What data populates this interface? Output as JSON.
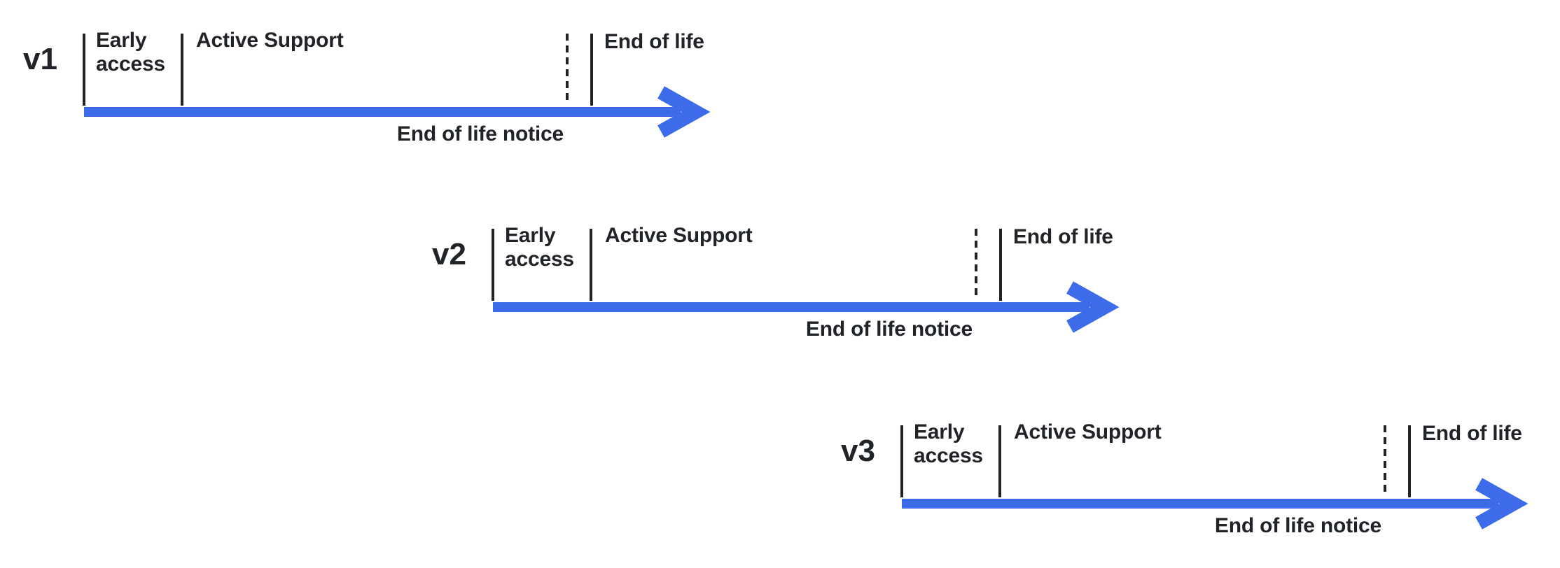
{
  "diagram": {
    "colors": {
      "ink": "#202328",
      "arrow": "#3D6BE9",
      "background": "#ffffff"
    },
    "timelines": [
      {
        "version": "v1",
        "phases": {
          "early": "Early access",
          "active": "Active Support",
          "eol": "End of life"
        },
        "notice": "End of life notice"
      },
      {
        "version": "v2",
        "phases": {
          "early": "Early access",
          "active": "Active Support",
          "eol": "End of life"
        },
        "notice": "End of life notice"
      },
      {
        "version": "v3",
        "phases": {
          "early": "Early access",
          "active": "Active Support",
          "eol": "End of life"
        },
        "notice": "End of life notice"
      }
    ]
  }
}
